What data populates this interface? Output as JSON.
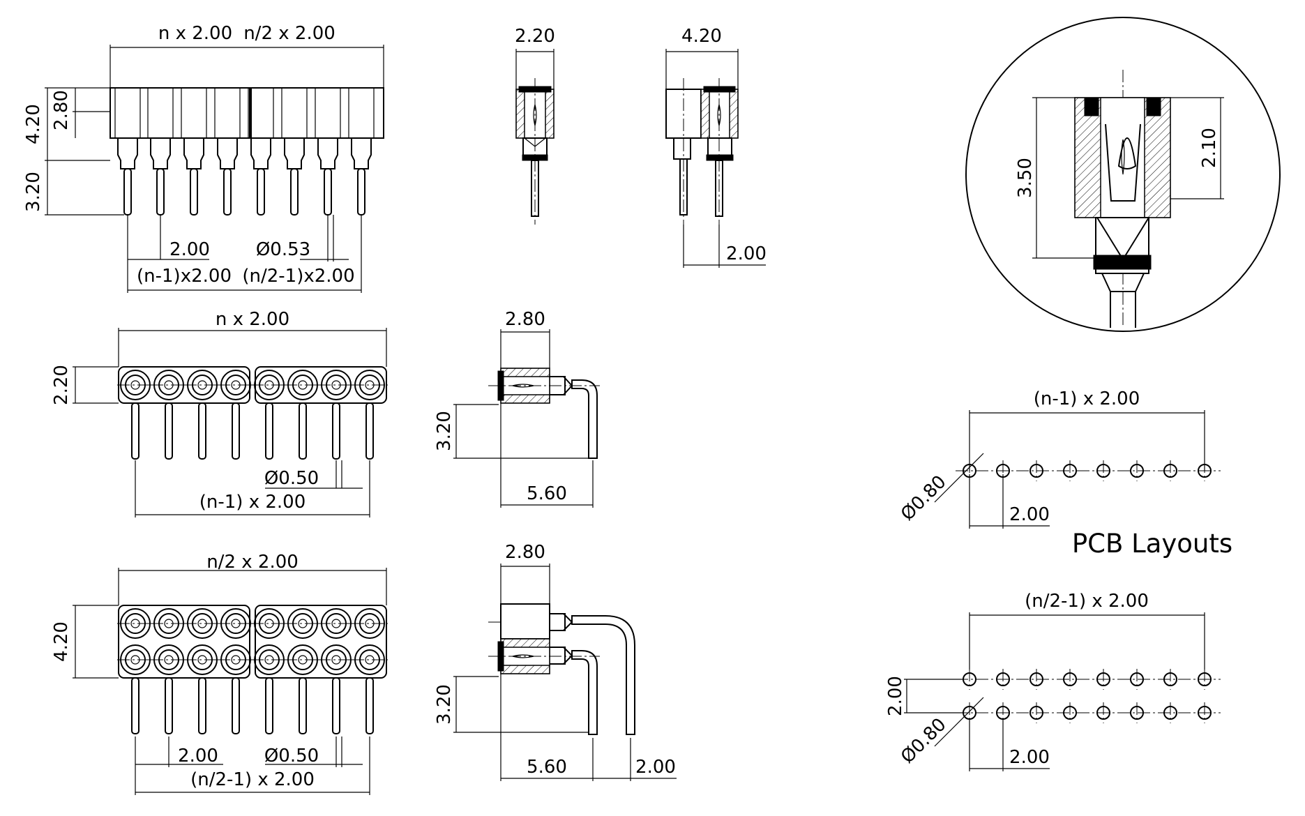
{
  "labels": {
    "top_front_n": "n x 2.00",
    "top_front_n2": "n/2 x 2.00",
    "top_front_h420": "4.20",
    "top_front_h280": "2.80",
    "top_front_h320": "3.20",
    "top_front_pitch": "2.00",
    "top_front_pin_dia": "Ø0.53",
    "top_front_span_n1": "(n-1)x2.00",
    "top_front_span_n21": "(n/2-1)x2.00",
    "side1_width": "2.20",
    "side2_width": "4.20",
    "side2_pitch": "2.00",
    "mid_width": "n x 2.00",
    "mid_height": "2.20",
    "mid_pin_dia": "Ø0.50",
    "mid_span": "(n-1) x 2.00",
    "ra1_width": "2.80",
    "ra1_height": "3.20",
    "ra1_length": "5.60",
    "bot_width": "n/2 x 2.00",
    "bot_height": "4.20",
    "bot_pitch": "2.00",
    "bot_pin_dia": "Ø0.50",
    "bot_span": "(n/2-1) x 2.00",
    "ra2_width": "2.80",
    "ra2_height": "3.20",
    "ra2_length": "5.60",
    "ra2_pitch": "2.00",
    "detail_350": "3.50",
    "detail_210": "2.10",
    "pcb1_span": "(n-1) x 2.00",
    "pcb1_hole": "Ø0.80",
    "pcb1_pitch": "2.00",
    "pcb_title": "PCB Layouts",
    "pcb2_span": "(n/2-1) x 2.00",
    "pcb2_row": "2.00",
    "pcb2_hole": "Ø0.80",
    "pcb2_pitch": "2.00"
  }
}
